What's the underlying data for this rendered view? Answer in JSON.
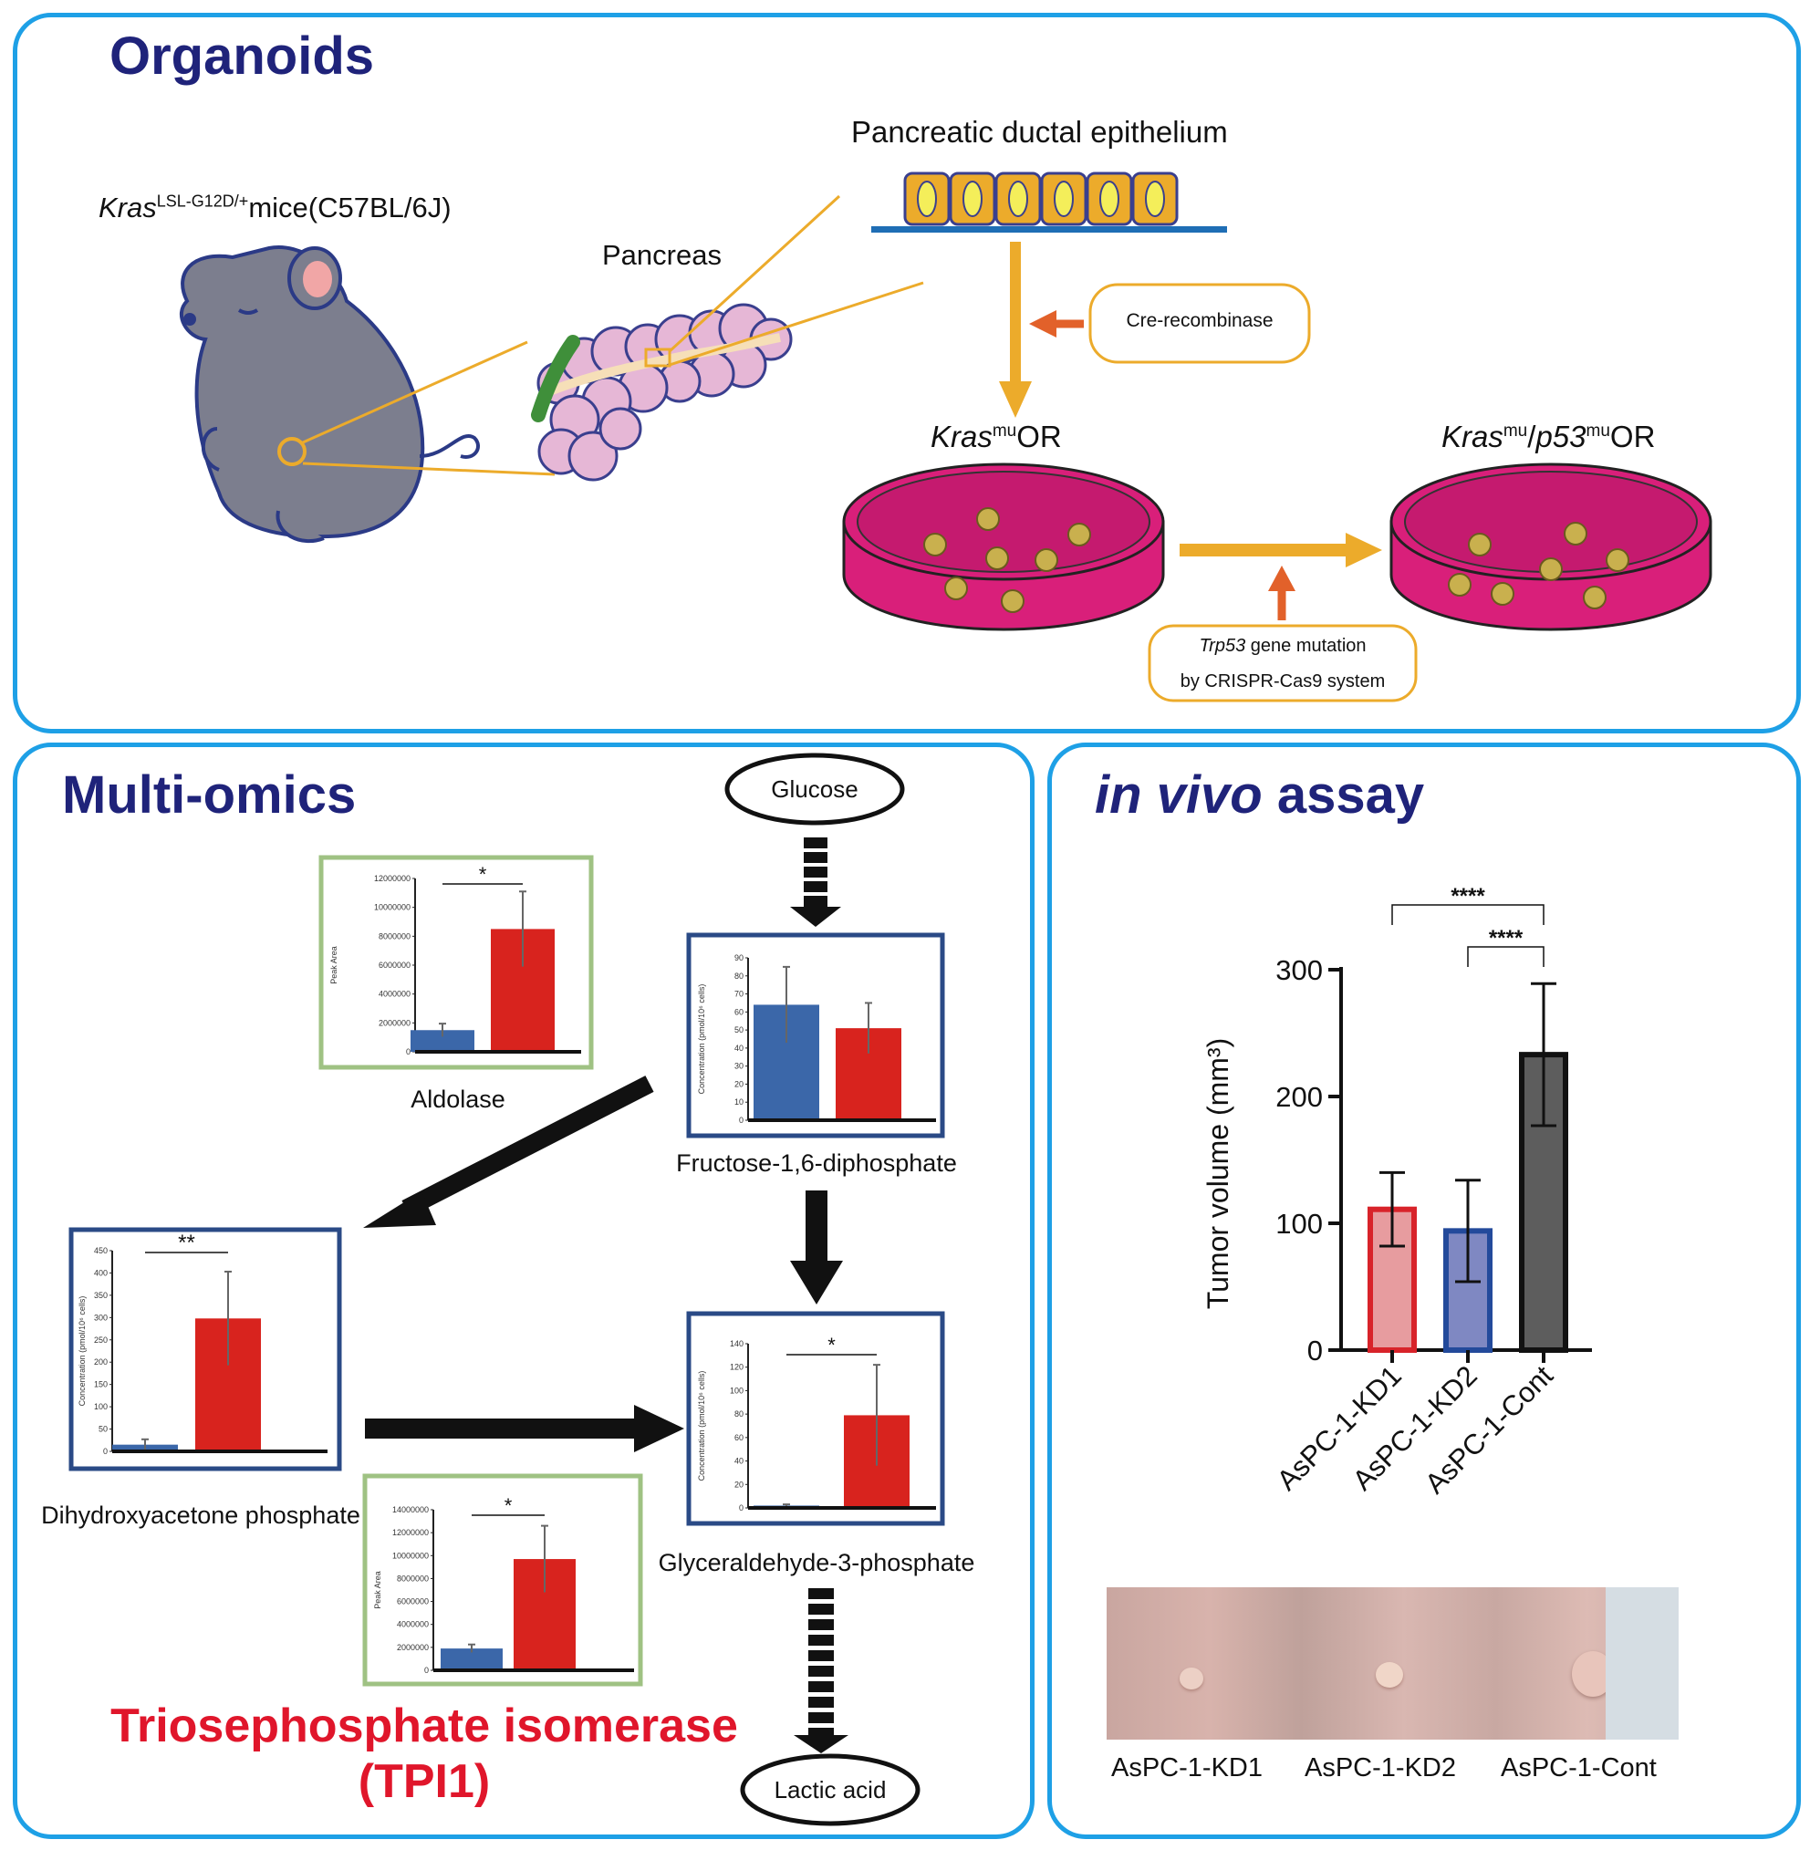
{
  "organoids": {
    "title": "Organoids",
    "mouse_label_italic": "Kras",
    "mouse_label_sup": "LSL-G12D/+",
    "mouse_label_rest": "mice(C57BL/6J)",
    "pancreas_label": "Pancreas",
    "epithelium_label": "Pancreatic ductal epithelium",
    "cre_label": "Cre-recombinase",
    "kras_or": {
      "italic": "Kras",
      "sup": "mu",
      "rest": "OR"
    },
    "kras_p53_or": {
      "italic1": "Kras",
      "sup1": "mu",
      "slash": "/",
      "italic2": "p53",
      "sup2": "mu",
      "rest": "OR"
    },
    "trp53_italic": "Trp53",
    "trp53_rest": " gene mutation",
    "crispr_label": "by CRISPR-Cas9 system"
  },
  "multiomics": {
    "title": "Multi-omics",
    "glucose_label": "Glucose",
    "lactic_label": "Lactic acid",
    "enzyme_name": "Triosephosphate isomerase",
    "enzyme_abbr": "(TPI1)",
    "colors": {
      "blue": "#3b67a9",
      "red": "#d8231e",
      "navy_frame": "#2a4a86",
      "green_frame": "#9fc283"
    }
  },
  "invivo": {
    "title_italic": "in vivo",
    "title_rest": " assay",
    "photo_labels": [
      "AsPC-1-KD1",
      "AsPC-1-KD2",
      "AsPC-1-Cont"
    ]
  },
  "chart_data": [
    {
      "type": "bar",
      "name": "Aldolase",
      "categories": [
        "",
        ""
      ],
      "values": [
        1500000,
        8500000
      ],
      "errors": [
        450000,
        2600000
      ],
      "colors": [
        "#3b67a9",
        "#d8231e"
      ],
      "ylabel": "Peak Area",
      "ylim": [
        0,
        12000000
      ],
      "yticks": [
        0,
        2000000,
        4000000,
        6000000,
        8000000,
        10000000,
        12000000
      ],
      "caption": "Aldolase",
      "significance": "*"
    },
    {
      "type": "bar",
      "name": "Fructose-1,6-diphosphate",
      "categories": [
        "",
        ""
      ],
      "values": [
        64,
        51
      ],
      "errors": [
        21,
        14
      ],
      "colors": [
        "#3b67a9",
        "#d8231e"
      ],
      "ylabel": "Concentration (pmol/10⁶ cells)",
      "ylim": [
        0,
        90
      ],
      "yticks": [
        0,
        10,
        20,
        30,
        40,
        50,
        60,
        70,
        80,
        90
      ],
      "caption": "Fructose-1,6-diphosphate",
      "significance": ""
    },
    {
      "type": "bar",
      "name": "Dihydroxyacetone phosphate",
      "categories": [
        "",
        ""
      ],
      "values": [
        15,
        298
      ],
      "errors": [
        12,
        105
      ],
      "colors": [
        "#3b67a9",
        "#d8231e"
      ],
      "ylabel": "Concentration (pmol/10⁶ cells)",
      "ylim": [
        0,
        450
      ],
      "yticks": [
        0,
        50,
        100,
        150,
        200,
        250,
        300,
        350,
        400,
        450
      ],
      "caption": "Dihydroxyacetone phosphate",
      "significance": "**"
    },
    {
      "type": "bar",
      "name": "Glyceraldehyde-3-phosphate",
      "categories": [
        "",
        ""
      ],
      "values": [
        2,
        79
      ],
      "errors": [
        1,
        43
      ],
      "colors": [
        "#3b67a9",
        "#d8231e"
      ],
      "ylabel": "Concentration (pmol/10⁶ cells)",
      "ylim": [
        0,
        140
      ],
      "yticks": [
        0,
        20,
        40,
        60,
        80,
        100,
        120,
        140
      ],
      "caption": "Glyceraldehyde-3-phosphate",
      "significance": "*"
    },
    {
      "type": "bar",
      "name": "Triosephosphate isomerase",
      "categories": [
        "",
        ""
      ],
      "values": [
        1900000,
        9700000
      ],
      "errors": [
        350000,
        2900000
      ],
      "colors": [
        "#3b67a9",
        "#d8231e"
      ],
      "ylabel": "Peak Area",
      "ylim": [
        0,
        14000000
      ],
      "yticks": [
        0,
        2000000,
        4000000,
        6000000,
        8000000,
        10000000,
        12000000,
        14000000
      ],
      "caption": "",
      "significance": "*"
    },
    {
      "type": "bar",
      "name": "Tumor volume",
      "categories": [
        "AsPC-1-KD1",
        "AsPC-1-KD2",
        "AsPC-1-Cont"
      ],
      "values": [
        111,
        94,
        233
      ],
      "errors": [
        29,
        40,
        56
      ],
      "fills": [
        "#e79c9f",
        "#7f88c2",
        "#5d5d5d"
      ],
      "strokes": [
        "#d8232a",
        "#234a9b",
        "#111111"
      ],
      "ylabel": "Tumor volume (mm³)",
      "ylim": [
        0,
        300
      ],
      "yticks": [
        0,
        100,
        200,
        300
      ],
      "significance": [
        {
          "from": "AsPC-1-KD1",
          "to": "AsPC-1-Cont",
          "label": "****"
        },
        {
          "from": "AsPC-1-KD2",
          "to": "AsPC-1-Cont",
          "label": "****"
        }
      ]
    }
  ]
}
